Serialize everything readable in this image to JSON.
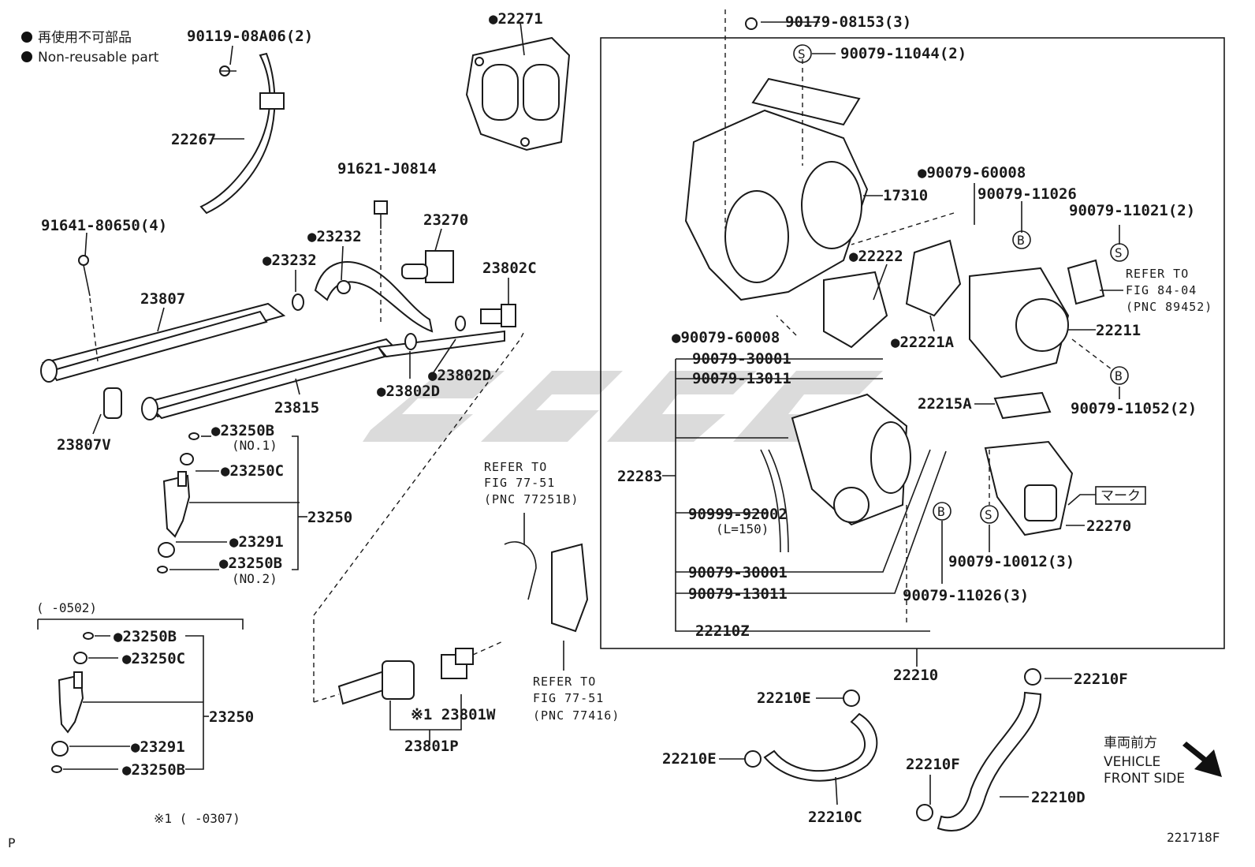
{
  "legend": {
    "line_jp": "再使用不可部品",
    "line_en": "Non-reusable part"
  },
  "labels": {
    "p_90119": "90119-08A06(2)",
    "p_22271": "●22271",
    "p_90179_08153": "90179-08153(3)",
    "p_90079_11044": "90079-11044(2)",
    "p_22267": "22267",
    "p_91621": "91621-J0814",
    "p_17310": "17310",
    "p_90079_60008_a": "●90079-60008",
    "p_90079_11026": "90079-11026",
    "p_90079_11021": "90079-11021(2)",
    "p_91641": "91641-80650(4)",
    "p_23232_a": "●23232",
    "p_23270": "23270",
    "p_23232_b": "●23232",
    "p_23802c": "23802C",
    "p_22222": "●22222",
    "p_23807": "23807",
    "p_90079_60008_b": "●90079-60008",
    "p_22221a": "●22221A",
    "p_22211": "22211",
    "p_23802d_a": "●23802D",
    "p_23802d_b": "●23802D",
    "p_90079_30001_a": "90079-30001",
    "p_90079_13011_a": "90079-13011",
    "p_23815": "23815",
    "p_22215a": "22215A",
    "p_90079_11052": "90079-11052(2)",
    "p_23807v": "23807V",
    "p_23250b_1": "●23250B",
    "p_no1": "(NO.1)",
    "p_23250c_1": "●23250C",
    "p_22283": "22283",
    "p_23250_1": "23250",
    "p_90999": "90999-92002",
    "p_l150": "(L=150)",
    "p_22270": "22270",
    "p_mark": "マーク",
    "p_23291_1": "●23291",
    "p_23250b_2": "●23250B",
    "p_no2": "(NO.2)",
    "p_90079_30001_b": "90079-30001",
    "p_90079_10012": "90079-10012(3)",
    "p_90079_13011_b": "90079-13011",
    "p_90079_11026_3": "90079-11026(3)",
    "p_0502": "(      -0502)",
    "p_22210z": "22210Z",
    "p_23250b_3": "●23250B",
    "p_23250c_2": "●23250C",
    "p_22210": "22210",
    "p_22210f_a": "22210F",
    "p_23250_2": "23250",
    "p_22210e_a": "22210E",
    "p_23801w": "※1 23801W",
    "p_23291_2": "●23291",
    "p_23801p": "23801P",
    "p_22210e_b": "22210E",
    "p_22210f_b": "22210F",
    "p_23250b_4": "●23250B",
    "p_22210d": "22210D",
    "p_22210c": "22210C",
    "p_0307": "※1 (      -0307)",
    "p_corner_p": "P",
    "p_fig_id": "221718F"
  },
  "refs": {
    "ref_a": [
      "REFER TO",
      "FIG 77-51",
      "(PNC 77251B)"
    ],
    "ref_b": [
      "REFER TO",
      "FIG 77-51",
      "(PNC 77416)"
    ],
    "ref_c": [
      "REFER TO",
      "FIG 84-04",
      "(PNC 89452)"
    ]
  },
  "direction": {
    "jp": "車両前方",
    "en1": "VEHICLE",
    "en2": "FRONT SIDE"
  },
  "markers": {
    "s": "S",
    "b": "B"
  }
}
